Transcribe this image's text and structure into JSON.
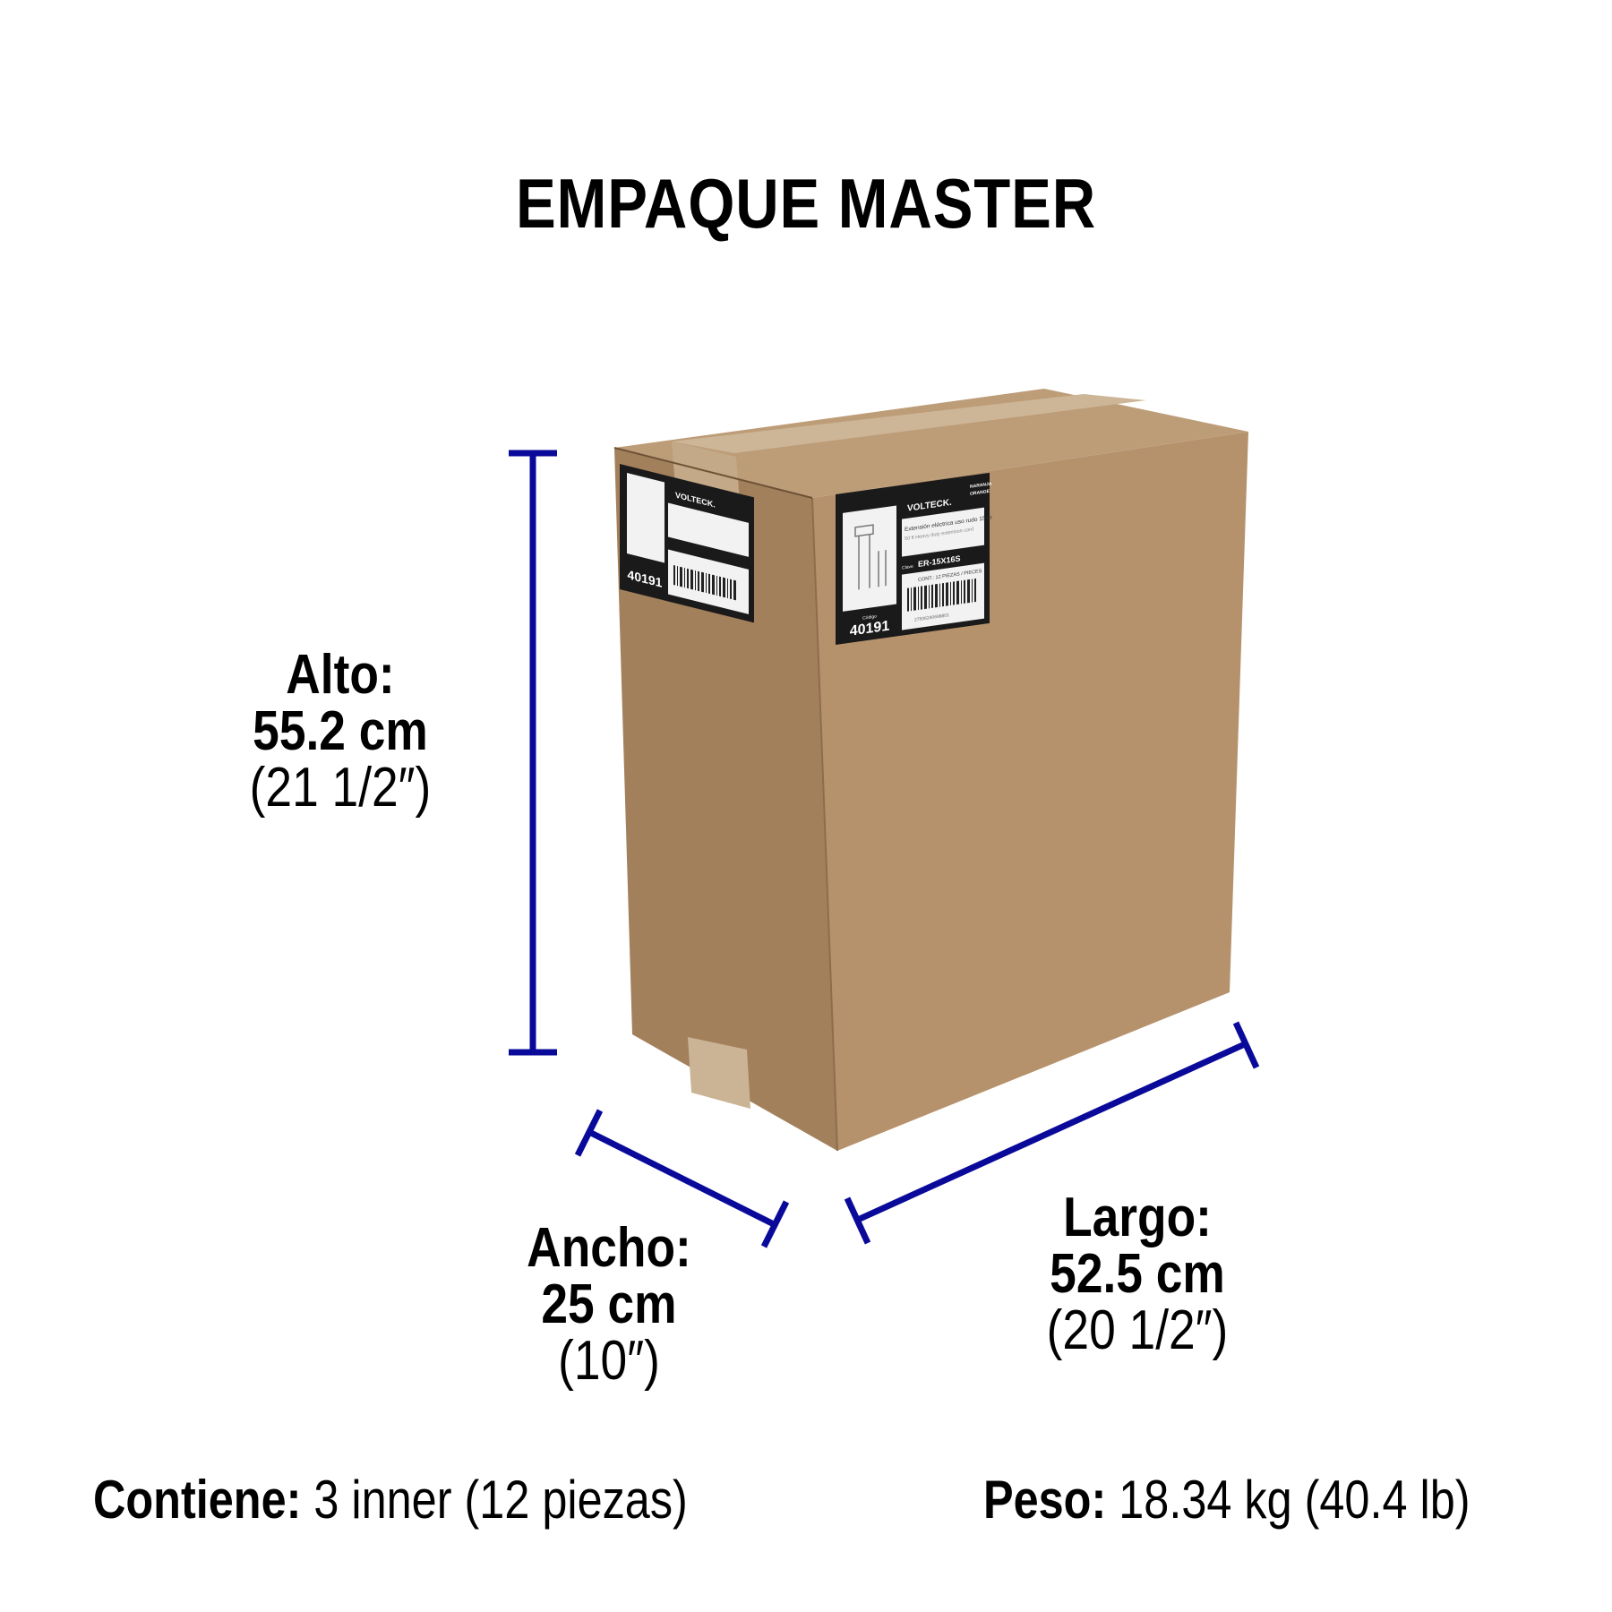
{
  "title": "EMPAQUE MASTER",
  "dimensions": {
    "alto": {
      "name": "Alto:",
      "metric": "55.2 cm",
      "imperial": "(21 1/2″)"
    },
    "ancho": {
      "name": "Ancho:",
      "metric": "25 cm",
      "imperial": "(10″)"
    },
    "largo": {
      "name": "Largo:",
      "metric": "52.5 cm",
      "imperial": "(20 1/2″)"
    }
  },
  "footer": {
    "contiene": {
      "key": "Contiene:",
      "value": "3 inner (12 piezas)"
    },
    "peso": {
      "key": "Peso:",
      "value": "18.34 kg (40.4 lb)"
    }
  },
  "box_label": {
    "brand": "VOLTECK.",
    "color_es": "NARANJA",
    "color_en": "ORANGE",
    "description_es": "Extensión eléctrica uso rudo 15 m",
    "description_en": "50 ft Heavy duty extension cord",
    "clave_label": "Clave",
    "clave": "ER-15X16S",
    "contents": "CONT.: 12 PIEZAS / PIECES",
    "barcode_number": "27506240698801",
    "codigo_label": "Código",
    "codigo": "40191"
  },
  "colors": {
    "dimension_line": "#0a0a9a",
    "box_front": "#a88460",
    "box_side": "#b89670",
    "box_top": "#bc9c78",
    "tape": "#cdb697",
    "label_black": "#1a1a1a"
  }
}
